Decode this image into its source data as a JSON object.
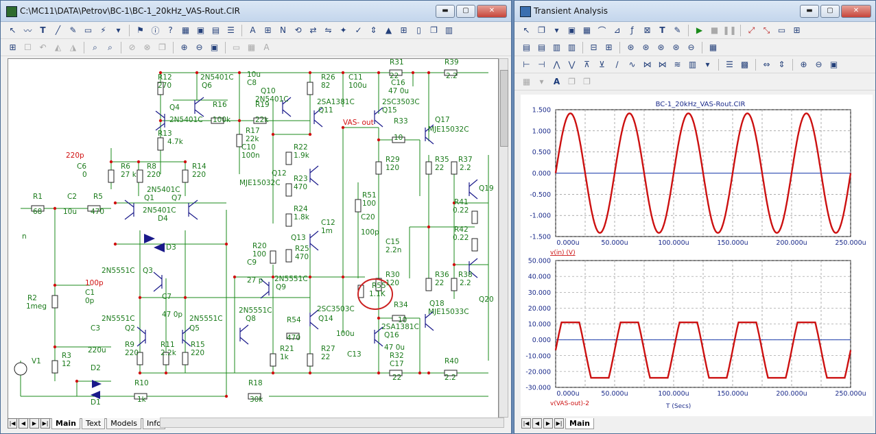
{
  "left_window": {
    "title": "C:\\MC11\\DATA\\Petrov\\BC-1\\BC-1_20kHz_VAS-Rout.CIR",
    "tabs": [
      "Main",
      "Text",
      "Models",
      "Info"
    ],
    "active_tab": "Main"
  },
  "right_window": {
    "title": "Transient Analysis",
    "tabs": [
      "Main"
    ],
    "active_tab": "Main"
  },
  "window_buttons": {
    "minimize": "▬",
    "maximize": "▢",
    "close": "✕"
  },
  "schematic": {
    "labels": [
      {
        "id": "R12",
        "t": "R12"
      },
      {
        "id": "v270",
        "t": "270"
      },
      {
        "id": "Q6t",
        "t": "2N5401C"
      },
      {
        "id": "Q6",
        "t": "Q6"
      },
      {
        "id": "Q4",
        "t": "Q4"
      },
      {
        "id": "Q4t",
        "t": "2N5401C"
      },
      {
        "id": "R16",
        "t": "R16"
      },
      {
        "id": "v100k",
        "t": "100k"
      },
      {
        "id": "R13",
        "t": "R13"
      },
      {
        "id": "v47k",
        "t": "4.7k"
      },
      {
        "id": "C8t",
        "t": "10u"
      },
      {
        "id": "C8",
        "t": "C8"
      },
      {
        "id": "Q10",
        "t": "Q10"
      },
      {
        "id": "Q10t",
        "t": "2N5401C"
      },
      {
        "id": "R19",
        "t": "R19"
      },
      {
        "id": "v22k",
        "t": "22k"
      },
      {
        "id": "R17",
        "t": "R17"
      },
      {
        "id": "v22k2",
        "t": "22k"
      },
      {
        "id": "C10",
        "t": "C10"
      },
      {
        "id": "v100n",
        "t": "100n"
      },
      {
        "id": "R26",
        "t": "R26"
      },
      {
        "id": "v82",
        "t": "82"
      },
      {
        "id": "C11",
        "t": "C11"
      },
      {
        "id": "v100u",
        "t": "100u"
      },
      {
        "id": "Q11t",
        "t": "2SA1381C"
      },
      {
        "id": "Q11",
        "t": "Q11"
      },
      {
        "id": "R22",
        "t": "R22"
      },
      {
        "id": "v19k",
        "t": "1.9k"
      },
      {
        "id": "Q12",
        "t": "Q12"
      },
      {
        "id": "Q12t",
        "t": "MJE15032C"
      },
      {
        "id": "R23",
        "t": "R23"
      },
      {
        "id": "v470a",
        "t": "470"
      },
      {
        "id": "R24",
        "t": "R24"
      },
      {
        "id": "v18k",
        "t": "1.8k"
      },
      {
        "id": "Q13",
        "t": "Q13"
      },
      {
        "id": "R25",
        "t": "R25"
      },
      {
        "id": "v470b",
        "t": "470"
      },
      {
        "id": "R20",
        "t": "R20"
      },
      {
        "id": "v100a",
        "t": "100"
      },
      {
        "id": "C9",
        "t": "C9"
      },
      {
        "id": "v27p",
        "t": "27 p"
      },
      {
        "id": "Q9t",
        "t": "2N5551C"
      },
      {
        "id": "Q9",
        "t": "Q9"
      },
      {
        "id": "Q8t",
        "t": "2N5551C"
      },
      {
        "id": "Q8",
        "t": "Q8"
      },
      {
        "id": "R54",
        "t": "R54"
      },
      {
        "id": "v470c",
        "t": "470"
      },
      {
        "id": "Q14t",
        "t": "2SC3503C"
      },
      {
        "id": "Q14",
        "t": "Q14"
      },
      {
        "id": "R21",
        "t": "R21"
      },
      {
        "id": "v1k",
        "t": "1k"
      },
      {
        "id": "R27",
        "t": "R27"
      },
      {
        "id": "v22a",
        "t": "22"
      },
      {
        "id": "v100u2",
        "t": "100u"
      },
      {
        "id": "C13",
        "t": "C13"
      },
      {
        "id": "C12",
        "t": "C12"
      },
      {
        "id": "v1m",
        "t": "1m"
      },
      {
        "id": "R51",
        "t": "R51"
      },
      {
        "id": "v100b",
        "t": "100"
      },
      {
        "id": "C20",
        "t": "C20"
      },
      {
        "id": "v100p",
        "t": "100p"
      },
      {
        "id": "R55",
        "t": "R55"
      },
      {
        "id": "v11k",
        "t": "1.1K"
      },
      {
        "id": "R31",
        "t": "R31"
      },
      {
        "id": "v22b",
        "t": "22"
      },
      {
        "id": "C16",
        "t": "C16"
      },
      {
        "id": "v470u",
        "t": "47 0u"
      },
      {
        "id": "R39",
        "t": "R39"
      },
      {
        "id": "v22c",
        "t": "2.2"
      },
      {
        "id": "Q15t",
        "t": "2SC3503C"
      },
      {
        "id": "Q15",
        "t": "Q15"
      },
      {
        "id": "R33",
        "t": "R33"
      },
      {
        "id": "v10a",
        "t": "10"
      },
      {
        "id": "Q17",
        "t": "Q17"
      },
      {
        "id": "Q17t",
        "t": "MJE15032C"
      },
      {
        "id": "R29",
        "t": "R29"
      },
      {
        "id": "v120a",
        "t": "120"
      },
      {
        "id": "R35",
        "t": "R35"
      },
      {
        "id": "v22d",
        "t": "22"
      },
      {
        "id": "R37",
        "t": "R37"
      },
      {
        "id": "v22e",
        "t": "2.2"
      },
      {
        "id": "Q19",
        "t": "Q19"
      },
      {
        "id": "R41",
        "t": "R41"
      },
      {
        "id": "v022a",
        "t": "0.22"
      },
      {
        "id": "R42",
        "t": "R42"
      },
      {
        "id": "v022b",
        "t": "0.22"
      },
      {
        "id": "C15",
        "t": "C15"
      },
      {
        "id": "v22n",
        "t": "2.2n"
      },
      {
        "id": "R30",
        "t": "R30"
      },
      {
        "id": "v120b",
        "t": "120"
      },
      {
        "id": "R36",
        "t": "R36"
      },
      {
        "id": "v22f",
        "t": "22"
      },
      {
        "id": "R38",
        "t": "R38"
      },
      {
        "id": "v22g",
        "t": "2.2"
      },
      {
        "id": "Q20",
        "t": "Q20"
      },
      {
        "id": "R34",
        "t": "R34"
      },
      {
        "id": "v10b",
        "t": "10"
      },
      {
        "id": "Q18",
        "t": "Q18"
      },
      {
        "id": "Q18t",
        "t": "MJE15033C"
      },
      {
        "id": "Q16t",
        "t": "2SA1381C"
      },
      {
        "id": "Q16",
        "t": "Q16"
      },
      {
        "id": "v470u2",
        "t": "47 0u"
      },
      {
        "id": "R32",
        "t": "R32"
      },
      {
        "id": "C17",
        "t": "C17"
      },
      {
        "id": "v22h",
        "t": "22"
      },
      {
        "id": "R40",
        "t": "R40"
      },
      {
        "id": "v22i",
        "t": "2.2"
      },
      {
        "id": "R18",
        "t": "R18"
      },
      {
        "id": "v30k",
        "t": "30k"
      },
      {
        "id": "R10",
        "t": "R10"
      },
      {
        "id": "v1k2",
        "t": "1k"
      },
      {
        "id": "D1",
        "t": "D1"
      },
      {
        "id": "D2",
        "t": "D2"
      },
      {
        "id": "R3",
        "t": "R3"
      },
      {
        "id": "v12",
        "t": "12"
      },
      {
        "id": "V1",
        "t": "V1"
      },
      {
        "id": "C3",
        "t": "C3"
      },
      {
        "id": "v220u",
        "t": "220u"
      },
      {
        "id": "R2",
        "t": "R2"
      },
      {
        "id": "v1meg",
        "t": "1meg"
      },
      {
        "id": "C1",
        "t": "C1"
      },
      {
        "id": "v0p",
        "t": "0p"
      },
      {
        "id": "R1",
        "t": "R1"
      },
      {
        "id": "v68",
        "t": "68"
      },
      {
        "id": "C2",
        "t": "C2"
      },
      {
        "id": "v10u",
        "t": "10u"
      },
      {
        "id": "R5",
        "t": "R5"
      },
      {
        "id": "v470d",
        "t": "470"
      },
      {
        "id": "C6",
        "t": "C6"
      },
      {
        "id": "v0",
        "t": "0"
      },
      {
        "id": "R6",
        "t": "R6"
      },
      {
        "id": "v27k",
        "t": "27 k"
      },
      {
        "id": "R8",
        "t": "R8"
      },
      {
        "id": "v220a",
        "t": "220"
      },
      {
        "id": "R14",
        "t": "R14"
      },
      {
        "id": "v220b",
        "t": "220"
      },
      {
        "id": "Q1t",
        "t": "2N5401C"
      },
      {
        "id": "Q1",
        "t": "Q1"
      },
      {
        "id": "Q7",
        "t": "Q7"
      },
      {
        "id": "Q1t2",
        "t": "2N5401C"
      },
      {
        "id": "D4",
        "t": "D4"
      },
      {
        "id": "D3",
        "t": "D3"
      },
      {
        "id": "Q3t",
        "t": "2N5551C"
      },
      {
        "id": "Q3",
        "t": "Q3"
      },
      {
        "id": "C7",
        "t": "C7"
      },
      {
        "id": "v470p",
        "t": "47 0p"
      },
      {
        "id": "Q2t",
        "t": "2N5551C"
      },
      {
        "id": "Q2",
        "t": "Q2"
      },
      {
        "id": "Q5t",
        "t": "2N5551C"
      },
      {
        "id": "Q5",
        "t": "Q5"
      },
      {
        "id": "R9",
        "t": "R9"
      },
      {
        "id": "v220c",
        "t": "220"
      },
      {
        "id": "R11",
        "t": "R11"
      },
      {
        "id": "v22k3",
        "t": "2.2k"
      },
      {
        "id": "R15",
        "t": "R15"
      },
      {
        "id": "v220d",
        "t": "220"
      },
      {
        "id": "n",
        "t": "n"
      }
    ],
    "red_labels": [
      {
        "id": "vasout",
        "t": "VAS- out"
      },
      {
        "id": "v220p",
        "t": "220p"
      },
      {
        "id": "v100p2",
        "t": "100p"
      }
    ]
  },
  "plot": {
    "title": "BC-1_20kHz_VAS-Rout.CIR",
    "xlabel": "T (Secs)",
    "x_ticks": [
      "0.000u",
      "50.000u",
      "100.000u",
      "150.000u",
      "200.000u",
      "250.000u"
    ],
    "top": {
      "y_ticks": [
        "1.500",
        "1.000",
        "0.500",
        "0.000",
        "-0.500",
        "-1.000",
        "-1.500"
      ],
      "trace_label": "v(in) (V)"
    },
    "bottom": {
      "y_ticks": [
        "50.000",
        "40.000",
        "30.000",
        "20.000",
        "10.000",
        "0.000",
        "-10.000",
        "-20.000",
        "-30.000"
      ],
      "trace_label": "v(VAS-out)-2"
    }
  },
  "chart_data": [
    {
      "type": "line",
      "title": "BC-1_20kHz_VAS-Rout.CIR",
      "xlabel": "",
      "ylabel": "v(in) (V)",
      "xlim": [
        0,
        0.00025
      ],
      "ylim": [
        -1.5,
        1.5
      ],
      "series": [
        {
          "name": "v(in) (V)",
          "frequency_hz": 20000,
          "amplitude": 1.414,
          "offset": 0,
          "shape": "sine"
        }
      ],
      "grid": true
    },
    {
      "type": "line",
      "title": "",
      "xlabel": "T (Secs)",
      "ylabel": "v(VAS-out)-2",
      "xlim": [
        0,
        0.00025
      ],
      "ylim": [
        -30,
        50
      ],
      "series": [
        {
          "name": "v(VAS-out)-2",
          "frequency_hz": 20000,
          "high": 11,
          "low": -24,
          "shape": "clipped-sine"
        }
      ],
      "grid": true
    }
  ]
}
